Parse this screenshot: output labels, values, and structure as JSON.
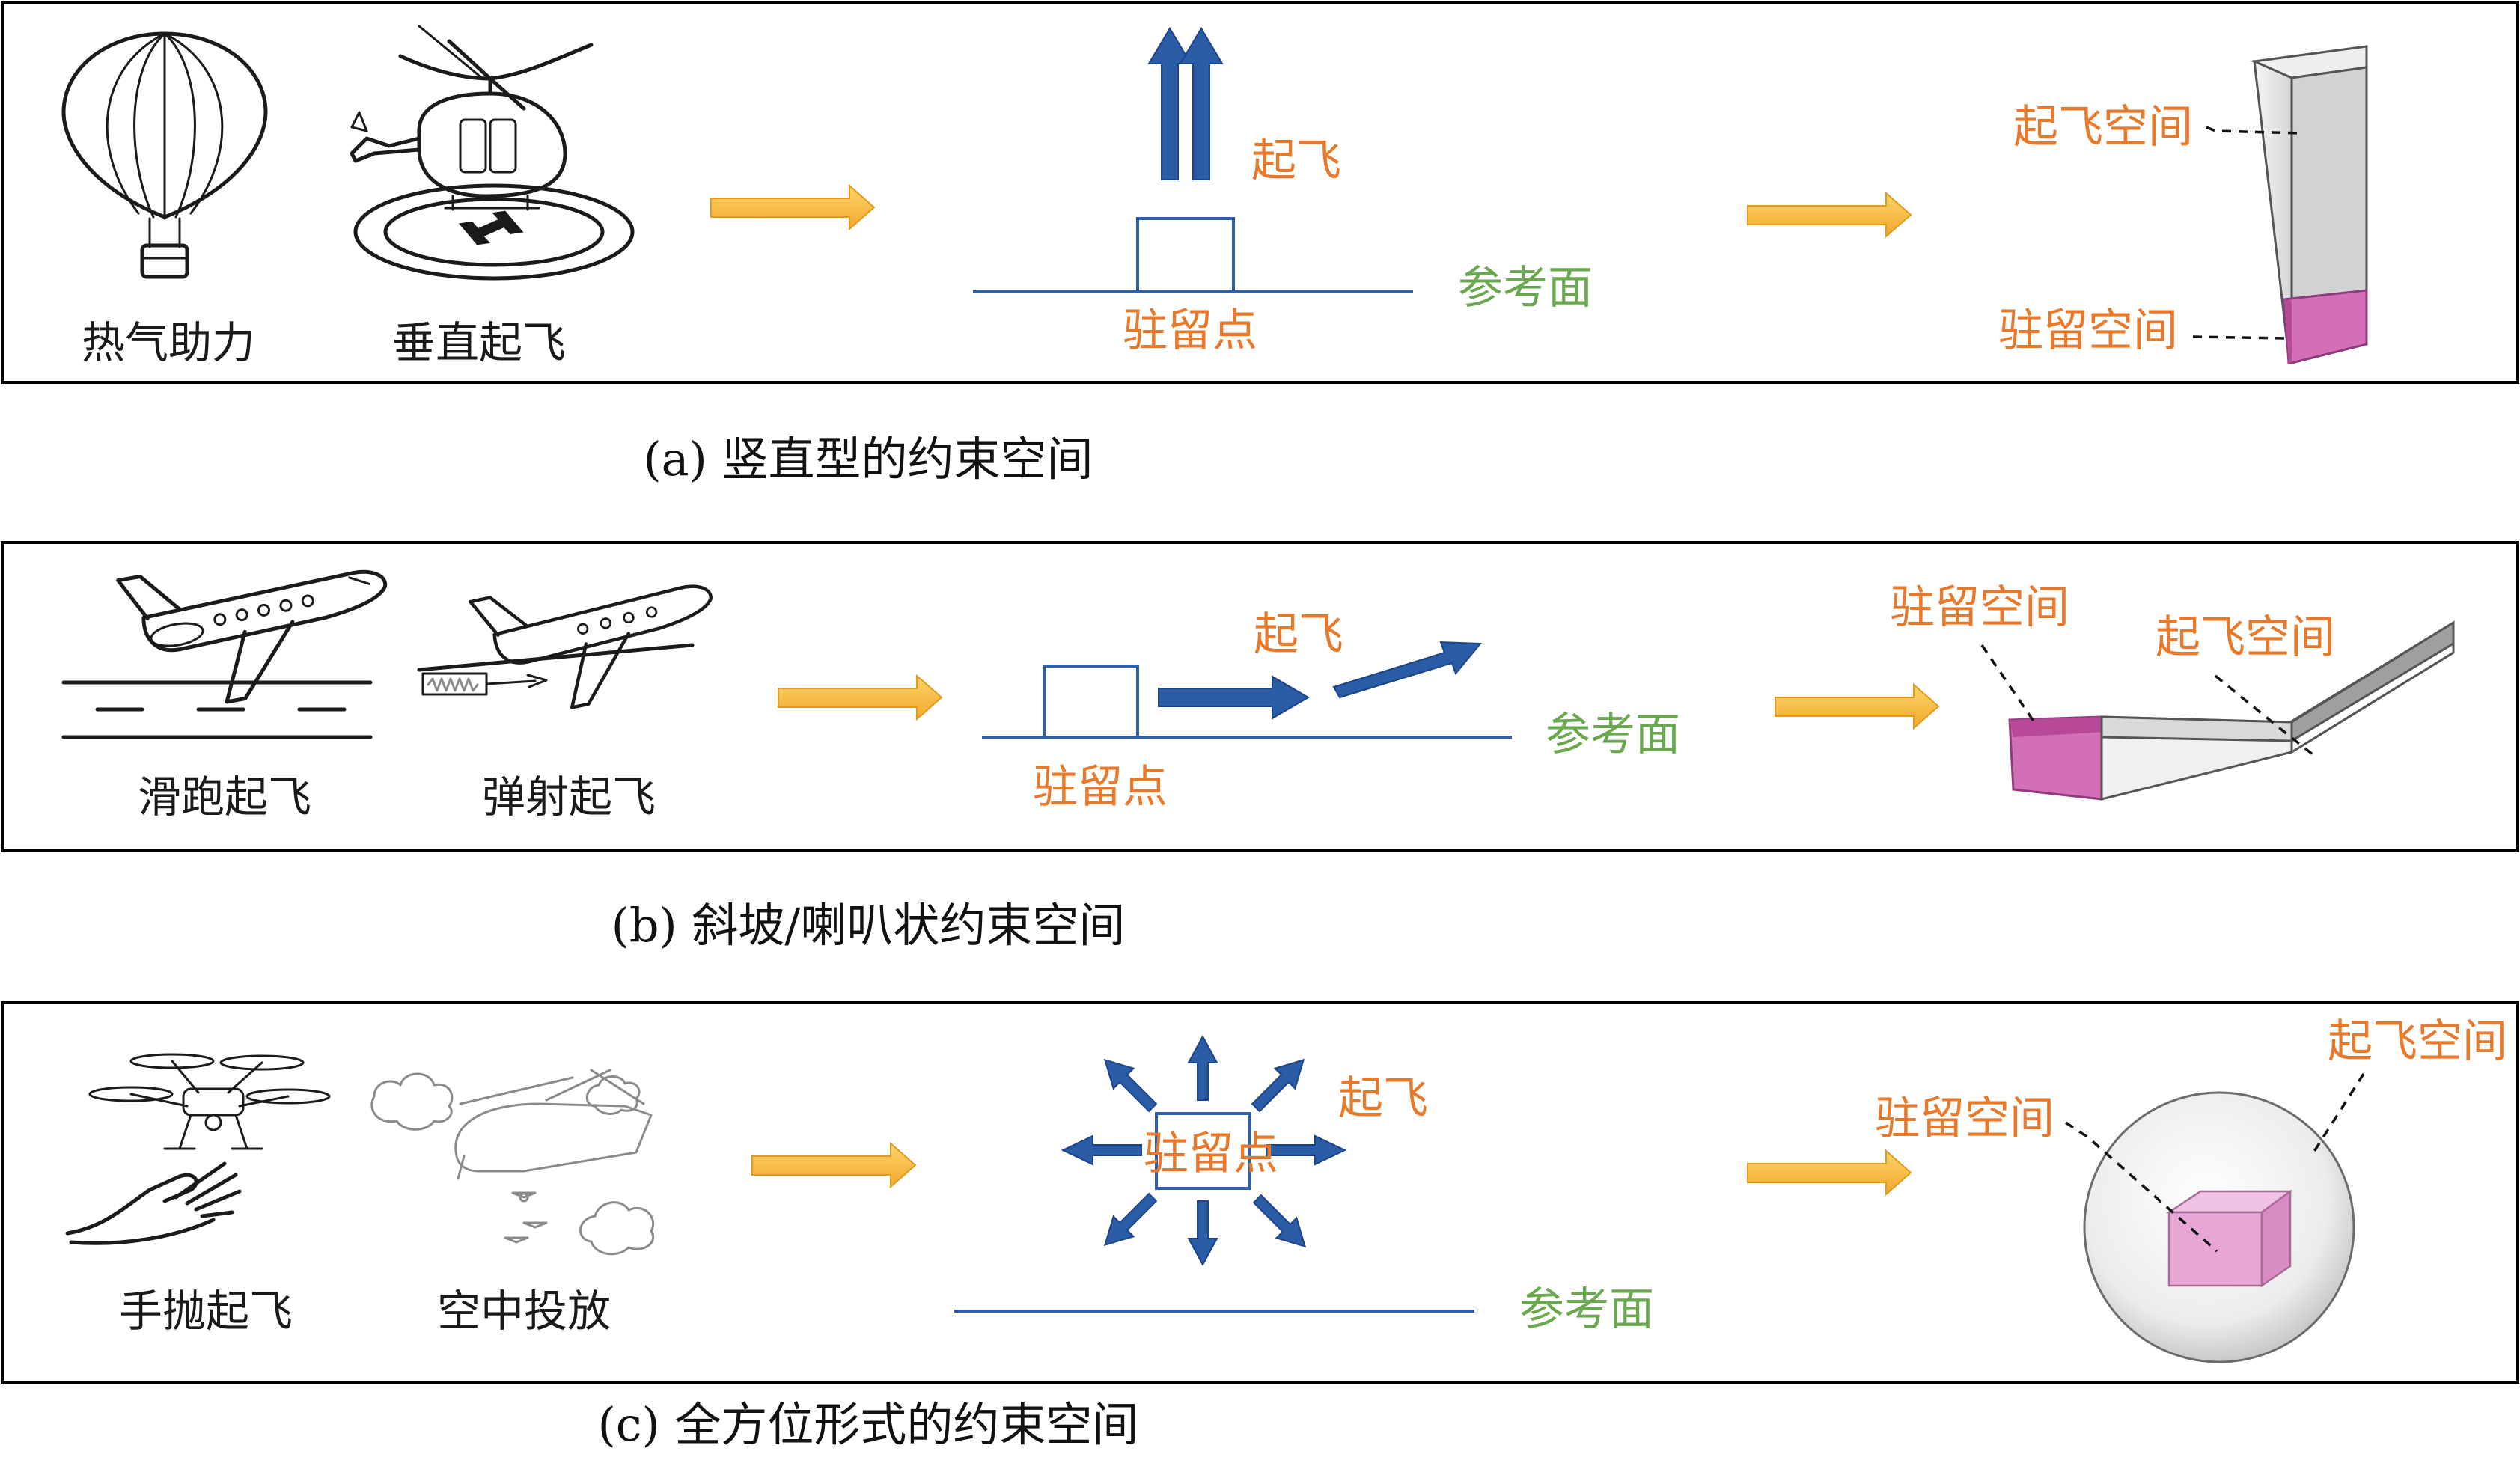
{
  "colors": {
    "label_orange": "#e8792a",
    "label_green": "#6aa84f",
    "arrow_blue": "#2b5ca6",
    "arrow_yellow": "#f6b93a",
    "dwell_pink": "#d36fb6",
    "dwell_pink_dark": "#b84898"
  },
  "panel_a": {
    "caption": "(a) 竖直型的约束空间",
    "methods": [
      "热气助力",
      "垂直起飞"
    ],
    "takeoff": "起飞",
    "dwell_point": "驻留点",
    "ref_plane": "参考面",
    "takeoff_space": "起飞空间",
    "dwell_space": "驻留空间",
    "icons": [
      "hot-air-balloon-icon",
      "helicopter-on-helipad-icon"
    ]
  },
  "panel_b": {
    "caption": "(b) 斜坡/喇叭状约束空间",
    "methods": [
      "滑跑起飞",
      "弹射起飞"
    ],
    "takeoff": "起飞",
    "dwell_point": "驻留点",
    "ref_plane": "参考面",
    "takeoff_space": "起飞空间",
    "dwell_space": "驻留空间",
    "icons": [
      "airplane-runway-icon",
      "catapult-launch-icon"
    ]
  },
  "panel_c": {
    "caption": "(c) 全方位形式的约束空间",
    "methods": [
      "手抛起飞",
      "空中投放"
    ],
    "takeoff": "起飞",
    "dwell_point": "驻留点",
    "ref_plane": "参考面",
    "takeoff_space": "起飞空间",
    "dwell_space": "驻留空间",
    "icons": [
      "hand-launched-drone-icon",
      "airdrop-helicopter-icon"
    ]
  }
}
